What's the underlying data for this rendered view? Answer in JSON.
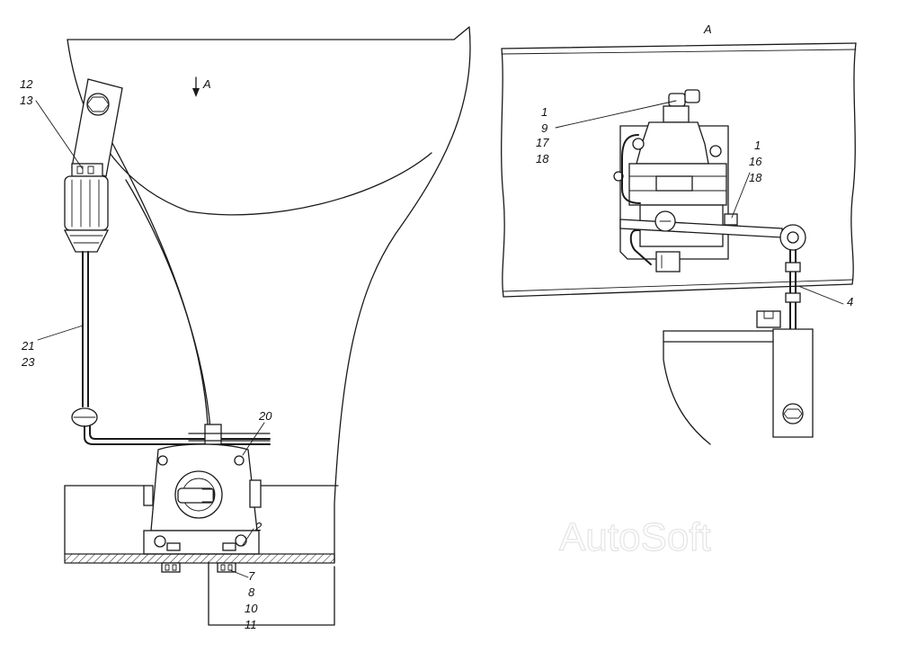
{
  "view_marker": "A",
  "view_title": "A",
  "watermark": "AutoSoft",
  "left_callouts": {
    "c12": "12",
    "c13": "13",
    "c21": "21",
    "c23": "23",
    "c20": "20",
    "c2": "2",
    "c7": "7",
    "c8": "8",
    "c10": "10",
    "c11": "11"
  },
  "right_callouts": {
    "a1": "1",
    "a9": "9",
    "a17": "17",
    "a18": "18",
    "b1": "1",
    "b16": "16",
    "b18": "18",
    "c4": "4"
  }
}
